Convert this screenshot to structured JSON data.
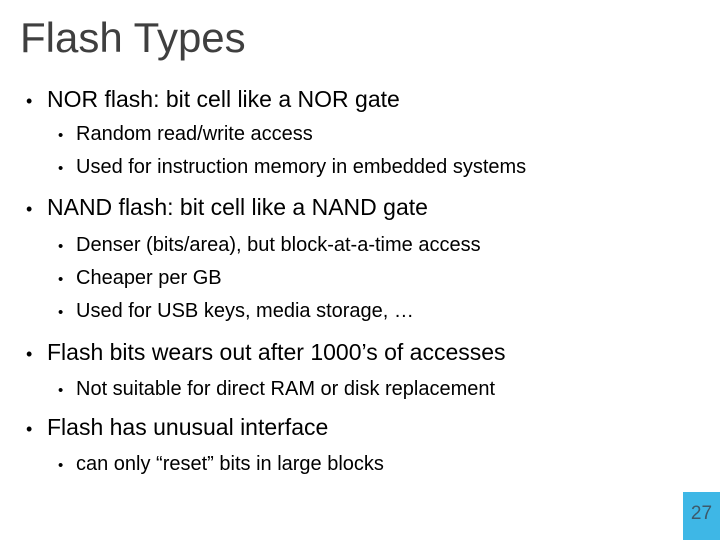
{
  "slide": {
    "title": "Flash Types",
    "bullet_glyph": "•",
    "page_number": "27"
  },
  "bullets": [
    {
      "level": 1,
      "text": "NOR flash: bit cell like a NOR gate"
    },
    {
      "level": 2,
      "text": "Random read/write access"
    },
    {
      "level": 2,
      "text": "Used for instruction memory in embedded systems"
    },
    {
      "level": 1,
      "text": "NAND flash: bit cell like a NAND gate"
    },
    {
      "level": 2,
      "text": "Denser (bits/area), but block-at-a-time access"
    },
    {
      "level": 2,
      "text": "Cheaper per GB"
    },
    {
      "level": 2,
      "text": "Used for USB keys, media storage, …"
    },
    {
      "level": 1,
      "text": "Flash bits wears out after 1000’s of accesses"
    },
    {
      "level": 2,
      "text": "Not suitable for direct RAM or disk replacement"
    },
    {
      "level": 1,
      "text": "Flash has unusual interface"
    },
    {
      "level": 2,
      "text": "can only “reset” bits in large blocks"
    }
  ],
  "colors": {
    "title_color": "#3f3f3f",
    "body_color": "#000000",
    "page_tab_bg": "#3eb7e6",
    "page_number_color": "#3d5a6b"
  }
}
